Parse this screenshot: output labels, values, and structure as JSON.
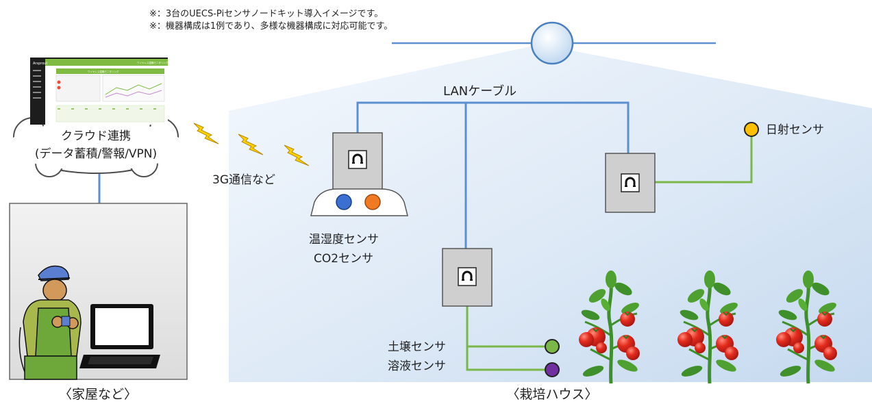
{
  "notes": [
    "※：3台のUECS-Piセンサノードキット導入イメージです。",
    "※：機器構成は1例であり、多様な機器構成に対応可能です。"
  ],
  "labels": {
    "lan_cable": "LANケーブル",
    "cloud_line1": "クラウド連携",
    "cloud_line2": "(データ蓄積/警報/VPN)",
    "comm": "3G通信など",
    "temp_hum": "温湿度センサ",
    "co2": "CO2センサ",
    "solar": "日射センサ",
    "soil": "土壌センサ",
    "solution": "溶液センサ",
    "home": "〈家屋など〉",
    "greenhouse": "〈栽培ハウス〉"
  },
  "dashboard": {
    "brand": "Arsprout",
    "panel_title": "ワイヤレス遠隔モニタリング",
    "inner_title": "ワイヤレス遠隔モニタリング"
  },
  "colors": {
    "lan_line": "#5b8fd0",
    "sensor_wire": "#7ab648",
    "greenhouse_fill": "#d3e3f4",
    "node_fill": "#cfcfcf",
    "sensor_blue": "#3b6fd1",
    "sensor_orange": "#f07a22",
    "sensor_yellow": "#ffc000",
    "sensor_green": "#7ab648",
    "sensor_purple": "#7030a0",
    "lightning": "#ffd200",
    "tomato": "#e32b1d",
    "leaf": "#3f8f2a"
  }
}
